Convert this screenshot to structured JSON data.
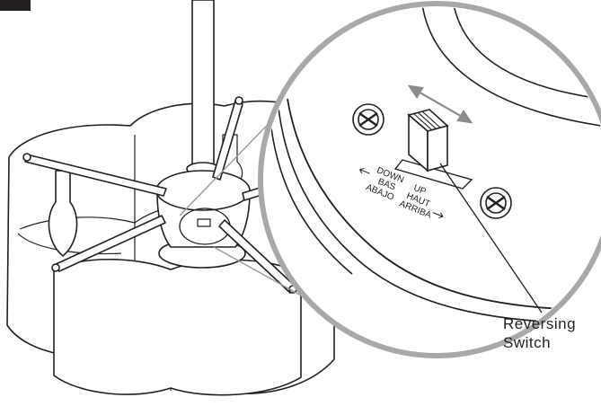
{
  "labels": {
    "down_lines": [
      "DOWN",
      "BAS",
      "ABAJO"
    ],
    "up_lines": [
      "UP",
      "HAUT",
      "ARRIBA"
    ],
    "callout_line1": "Reversing",
    "callout_line2": "Switch"
  },
  "colors": {
    "ink": "#231f20",
    "arrow_gray": "#8c8c8c",
    "paper": "#ffffff"
  }
}
